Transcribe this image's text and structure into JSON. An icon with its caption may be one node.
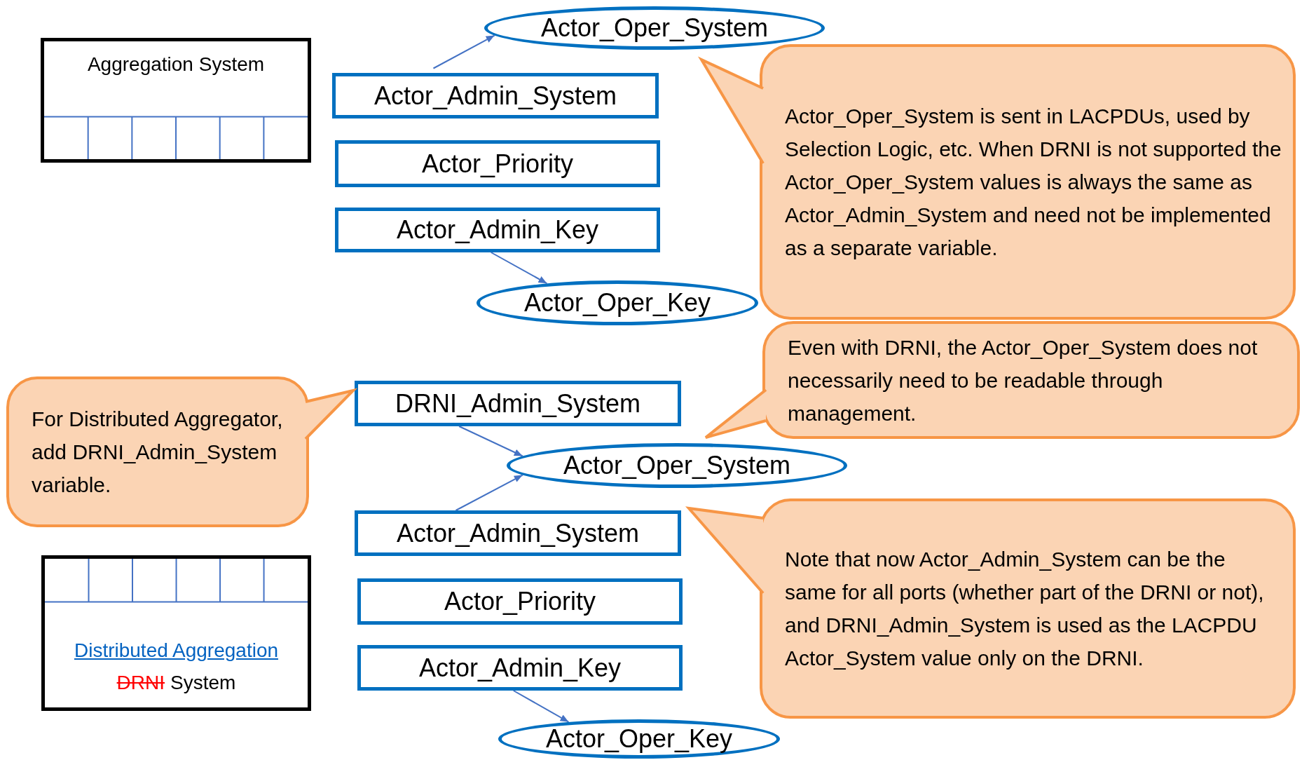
{
  "diagram": {
    "nodes": [
      {
        "text": [
          "Aggregation System"
        ]
      },
      {
        "text": [
          "Actor_Oper_System"
        ]
      },
      {
        "text": [
          "Actor_Admin_System"
        ]
      },
      {
        "text": [
          "Actor_Priority"
        ]
      },
      {
        "text": [
          "Actor_Admin_Key"
        ]
      },
      {
        "text": [
          "Actor_Oper_Key"
        ]
      },
      {
        "text": [
          "Actor_Oper_System is sent in LACPDUs, used by Selection Logic, etc. When DRNI is not supported the Actor_Oper_System values is always the same as Actor_Admin_System and need not be implemented as a separate variable."
        ]
      },
      {
        "text": [
          "Even with DRNI, the Actor_Oper_System does not necessarily need to be readable through management."
        ]
      },
      {
        "text": [
          "For Distributed Aggregator, add DRNI_Admin_System variable."
        ]
      },
      {
        "text": [
          "DRNI_Admin_System"
        ]
      },
      {
        "text": [
          "Actor_Oper_System"
        ]
      },
      {
        "text": [
          "Actor_Admin_System"
        ]
      },
      {
        "text": [
          "Actor_Priority"
        ]
      },
      {
        "text": [
          "Actor_Admin_Key"
        ]
      },
      {
        "text": [
          "Actor_Oper_Key"
        ]
      },
      {
        "text": [
          "Note that now Actor_Admin_System can be the same for all ports (whether part of the DRNI or not), and DRNI_Admin_System is used as the LACPDU Actor_System value only on the DRNI."
        ]
      },
      {
        "text": [
          "Distributed Aggregation",
          "DRNI",
          "System"
        ]
      }
    ],
    "edges": [
      {
        "from": 2,
        "to": 1,
        "arrow": "to"
      },
      {
        "from": 4,
        "to": 5,
        "arrow": "to"
      },
      {
        "from": 9,
        "to": 10,
        "arrow": "to"
      },
      {
        "from": 11,
        "to": 10,
        "arrow": "to"
      },
      {
        "from": 13,
        "to": 14,
        "arrow": "to"
      }
    ]
  }
}
